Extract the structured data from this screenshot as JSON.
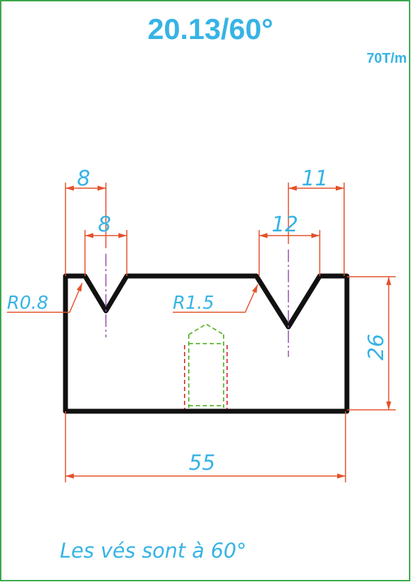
{
  "header": {
    "title": "20.13/60°",
    "capacity": "70T/m"
  },
  "dimensions": {
    "left_v_offset": "8",
    "left_v_opening": "8",
    "right_v_offset": "11",
    "right_v_opening": "12",
    "left_radius": "R0.8",
    "right_radius": "R1.5",
    "height": "26",
    "width": "55"
  },
  "note": "Les vés sont à 60°",
  "colors": {
    "border": "#3aa84a",
    "outline": "#111111",
    "dimension": "#e4512a",
    "text": "#37b3e5",
    "center_line": "#9b4fb0",
    "hidden_green": "#5ab52e",
    "hidden_red": "#d83a3a"
  }
}
